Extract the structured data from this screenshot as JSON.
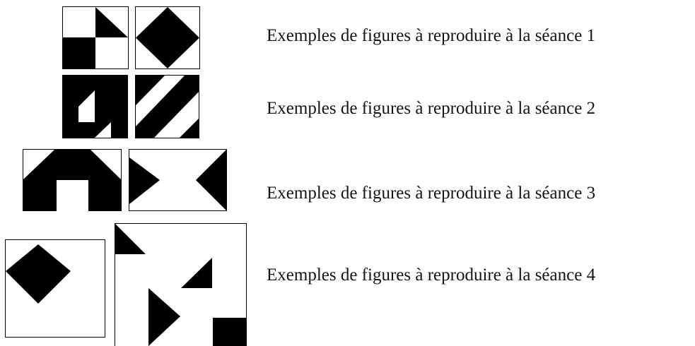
{
  "figure_rows": [
    {
      "seance": 1,
      "caption": "Exemples de figures à reproduire à la séance 1"
    },
    {
      "seance": 2,
      "caption": "Exemples de figures à reproduire à la séance 2"
    },
    {
      "seance": 3,
      "caption": "Exemples de figures à reproduire à la séance 3"
    },
    {
      "seance": 4,
      "caption": "Exemples de figures à reproduire à la séance 4"
    }
  ],
  "colors": {
    "ink": "#000000",
    "paper": "#ffffff",
    "text": "#141414"
  }
}
